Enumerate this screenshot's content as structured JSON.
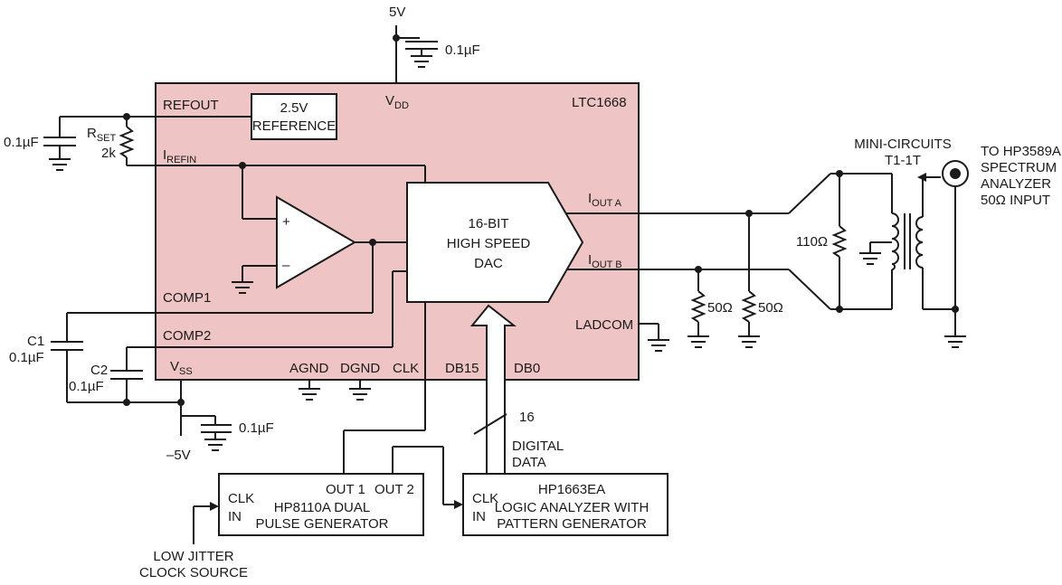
{
  "supply": {
    "vdd_rail": "5V",
    "vss_rail": "–5V"
  },
  "chip": {
    "part": "LTC1668",
    "pins": {
      "refout": "REFOUT",
      "vdd": "V",
      "vdd_sub": "DD",
      "irefin": "I",
      "irefin_sub": "REFIN",
      "comp1": "COMP1",
      "comp2": "COMP2",
      "vss": "V",
      "vss_sub": "SS",
      "agnd": "AGND",
      "dgnd": "DGND",
      "clk": "CLK",
      "db15": "DB15",
      "db0": "DB0",
      "ladcom": "LADCOM",
      "iouta": "I",
      "iouta_sub": "OUT A",
      "ioutb": "I",
      "ioutb_sub": "OUT B"
    },
    "reference": {
      "line1": "2.5V",
      "line2": "REFERENCE"
    },
    "dac": {
      "line1": "16-BIT",
      "line2": "HIGH SPEED",
      "line3": "DAC"
    },
    "opamp": {
      "plus": "+",
      "minus": "–"
    }
  },
  "components": {
    "cap_vdd": "0.1µF",
    "cap_ref": "0.1µF",
    "rset": {
      "name": "R",
      "sub": "SET",
      "value": "2k"
    },
    "c1": {
      "name": "C1",
      "value": "0.1µF"
    },
    "c2": {
      "name": "C2",
      "value": "0.1µF"
    },
    "cap_vss": "0.1µF",
    "r50a": "50Ω",
    "r50b": "50Ω",
    "r110": "110Ω",
    "transformer": {
      "line1": "MINI-CIRCUITS",
      "line2": "T1-1T"
    }
  },
  "bus": {
    "width": "16",
    "label1": "DIGITAL",
    "label2": "DATA"
  },
  "instruments": {
    "analyzer": {
      "line1": "TO HP3589A",
      "line2": "SPECTRUM",
      "line3": "ANALYZER",
      "line4": "50Ω INPUT"
    },
    "pulse_gen": {
      "clk": "CLK",
      "in": "IN",
      "out1": "OUT 1",
      "out2": "OUT 2",
      "line1": "HP8110A DUAL",
      "line2": "PULSE GENERATOR"
    },
    "logic_analyzer": {
      "clk": "CLK",
      "in": "IN",
      "line1": "HP1663EA",
      "line2": "LOGIC ANALYZER WITH",
      "line3": "PATTERN GENERATOR"
    },
    "clock_source": {
      "line1": "LOW JITTER",
      "line2": "CLOCK SOURCE"
    }
  },
  "colors": {
    "chip_fill": "#efc4c4",
    "line": "#1a1a1a"
  }
}
